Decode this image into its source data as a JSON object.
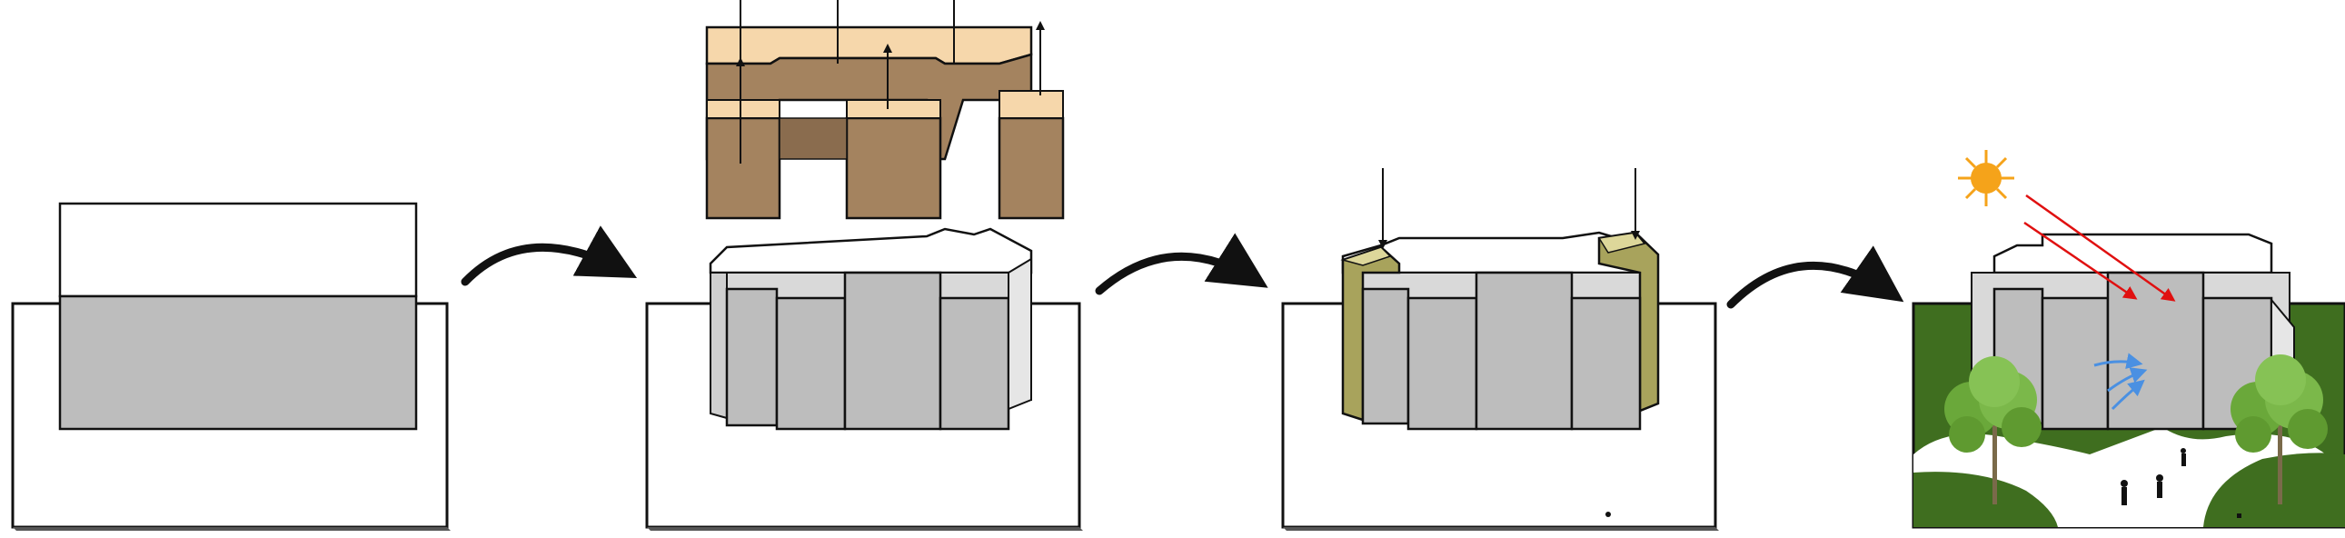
{
  "diagram": {
    "steps": [
      {
        "id": "step-1-base-massing"
      },
      {
        "id": "step-2-extrude-volumes"
      },
      {
        "id": "step-3-cut-corners"
      },
      {
        "id": "step-4-site-context"
      }
    ],
    "colors": {
      "outline": "#111111",
      "facade_gray": "#bdbdbd",
      "facade_light": "#d9d9d9",
      "roof_white": "#ffffff",
      "extrusion_top": "#f6d7ab",
      "extrusion_side": "#a4835f",
      "extrusion_dark": "#8a6c4e",
      "corner_olive": "#a8a35c",
      "corner_olive_light": "#ddd79a",
      "grass": "#3f6e1f",
      "tree_green": "#6aa83a",
      "sun": "#f5a31a",
      "sun_ray": "#f5a31a",
      "sun_arrow": "#e01010",
      "wind_arrow": "#4a90e2",
      "transition_arrow": "#111111"
    },
    "icons": {
      "transition": "curved-arrow-icon",
      "sun": "sun-icon",
      "wind": "wind-arrow-icon",
      "tree": "tree-icon",
      "person": "person-icon"
    }
  }
}
